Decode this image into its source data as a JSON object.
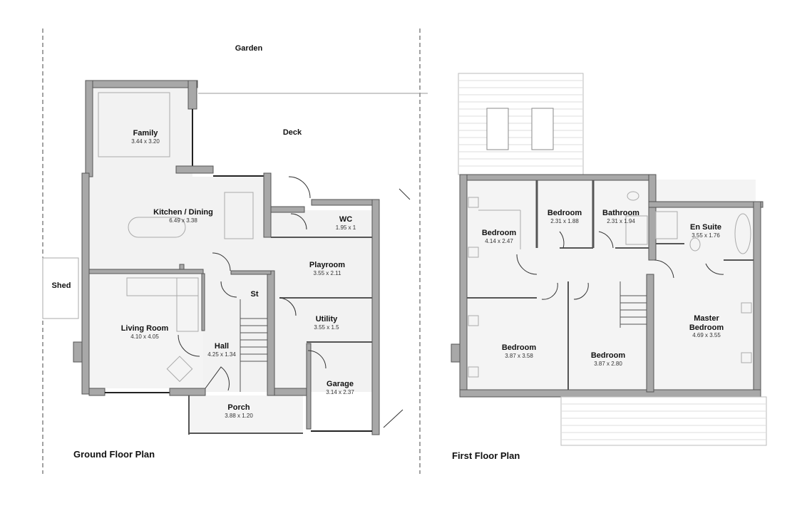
{
  "ground_floor": {
    "title": "Ground Floor Plan",
    "exterior_labels": {
      "garden": "Garden",
      "deck": "Deck",
      "shed": "Shed"
    },
    "rooms": [
      {
        "name": "Family",
        "dims": "3.44 x 3.20"
      },
      {
        "name": "Kitchen / Dining",
        "dims": "6.49 x 3.38"
      },
      {
        "name": "WC",
        "dims": "1.95 x 1"
      },
      {
        "name": "Playroom",
        "dims": "3.55 x 2.11"
      },
      {
        "name": "St",
        "dims": ""
      },
      {
        "name": "Utility",
        "dims": "3.55 x 1.5"
      },
      {
        "name": "Living Room",
        "dims": "4.10 x 4.05"
      },
      {
        "name": "Hall",
        "dims": "4.25 x 1.34"
      },
      {
        "name": "Garage",
        "dims": "3.14 x 2.37"
      },
      {
        "name": "Porch",
        "dims": "3.88 x 1.20"
      }
    ]
  },
  "first_floor": {
    "title": "First Floor Plan",
    "rooms": [
      {
        "name": "Bedroom",
        "dims": "4.14 x 2.47"
      },
      {
        "name": "Bedroom",
        "dims": "2.31 x 1.88"
      },
      {
        "name": "Bathroom",
        "dims": "2.31 x 1.94"
      },
      {
        "name": "En Suite",
        "dims": "3.55 x 1.76"
      },
      {
        "name": "Bedroom",
        "dims": "3.87 x 3.58"
      },
      {
        "name": "Bedroom",
        "dims": "3.87 x 2.80"
      },
      {
        "name": "Master Bedroom",
        "dims": "4.69 x 3.55"
      }
    ]
  },
  "colors": {
    "wall": "#a8a8a8",
    "wall_outline": "#555555",
    "floor": "#f2f2f2",
    "line": "#888888"
  }
}
